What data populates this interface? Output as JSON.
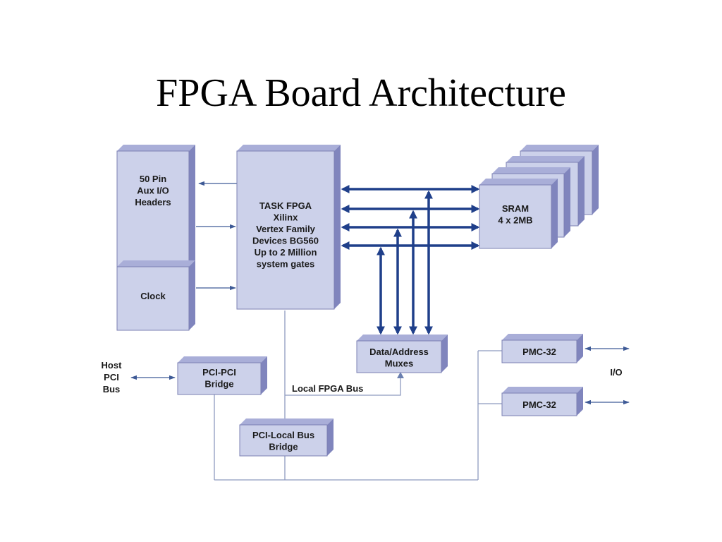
{
  "title": "FPGA Board Architecture",
  "colors": {
    "box_face": "#ccd1ea",
    "box_side": "#8085bd",
    "box_top": "#a9aed8",
    "bus": "#1f3f8a",
    "wire": "#8e9bbf"
  },
  "blocks": {
    "aux_io": [
      "50 Pin",
      "Aux I/O",
      "Headers"
    ],
    "clock": [
      "Clock"
    ],
    "fpga": [
      "TASK FPGA",
      "Xilinx",
      "Vertex Family",
      "Devices BG560",
      "Up to 2 Million",
      "system gates"
    ],
    "sram": [
      "SRAM",
      "4 x 2MB"
    ],
    "muxes": [
      "Data/Address",
      "Muxes"
    ],
    "pci_pci": [
      "PCI-PCI",
      "Bridge"
    ],
    "pci_local": [
      "PCI-Local Bus",
      "Bridge"
    ],
    "pmc1": [
      "PMC-32"
    ],
    "pmc2": [
      "PMC-32"
    ]
  },
  "labels": {
    "host_pci": [
      "Host",
      "PCI",
      "Bus"
    ],
    "local_bus": "Local FPGA Bus",
    "io": "I/O"
  }
}
